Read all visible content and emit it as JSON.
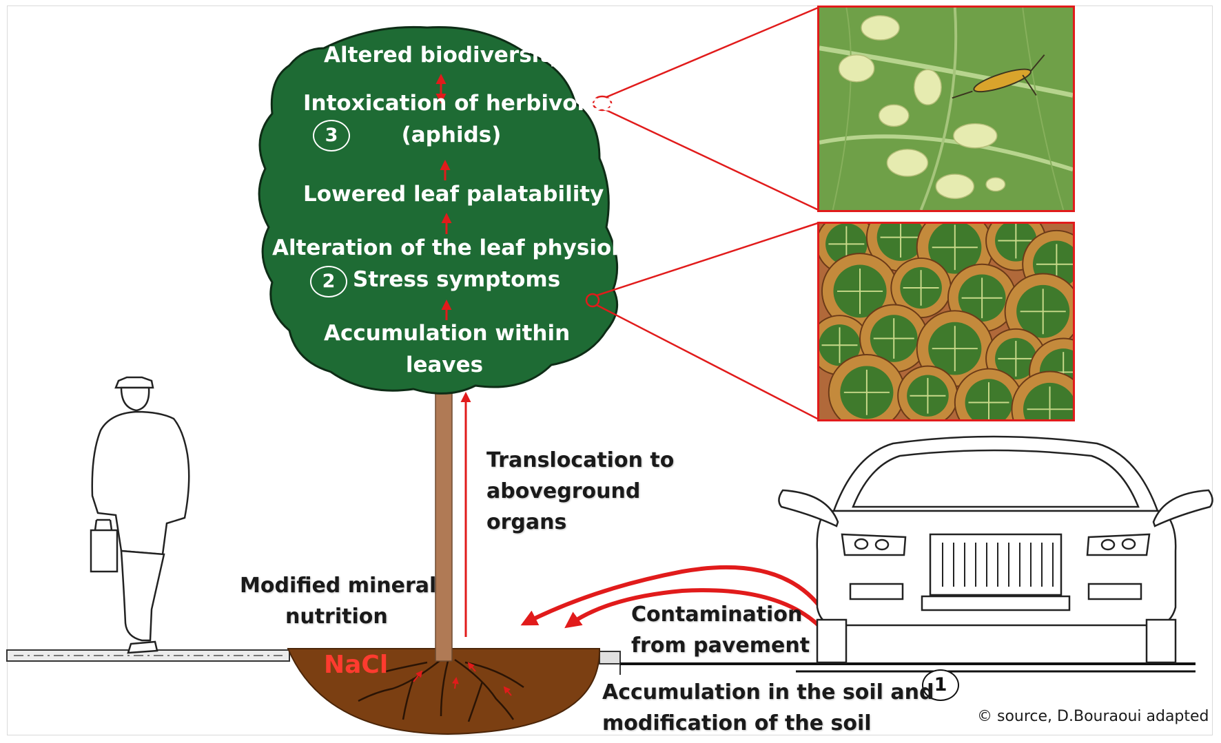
{
  "canopy": {
    "altered": "Altered biodiversity",
    "intox_1": "Intoxication of herbivores",
    "intox_2": "(aphids)",
    "palat": "Lowered leaf palatability",
    "physio": "Alteration of the leaf physiology",
    "stress": "Stress symptoms",
    "accum_1": "Accumulation within",
    "accum_2": "leaves"
  },
  "steps": {
    "one": "1",
    "two": "2",
    "three": "3"
  },
  "ground": {
    "transloc_1": "Translocation to",
    "transloc_2": "aboveground",
    "transloc_3": "organs",
    "mineral_1": "Modified mineral",
    "mineral_2": "nutrition",
    "contam_1": "Contamination",
    "contam_2": "from pavement",
    "soil_1": "Accumulation in the soil and",
    "soil_2": "modification of  the soil",
    "nacl": "NaCl"
  },
  "credit": "© source, D.Bouraoui adapted",
  "colors": {
    "canopy": "#1e6b34",
    "trunk": "#b07a55",
    "soil": "#7b3f12",
    "arrow": "#e11b1b",
    "leaf_bg": "#6fa048"
  }
}
